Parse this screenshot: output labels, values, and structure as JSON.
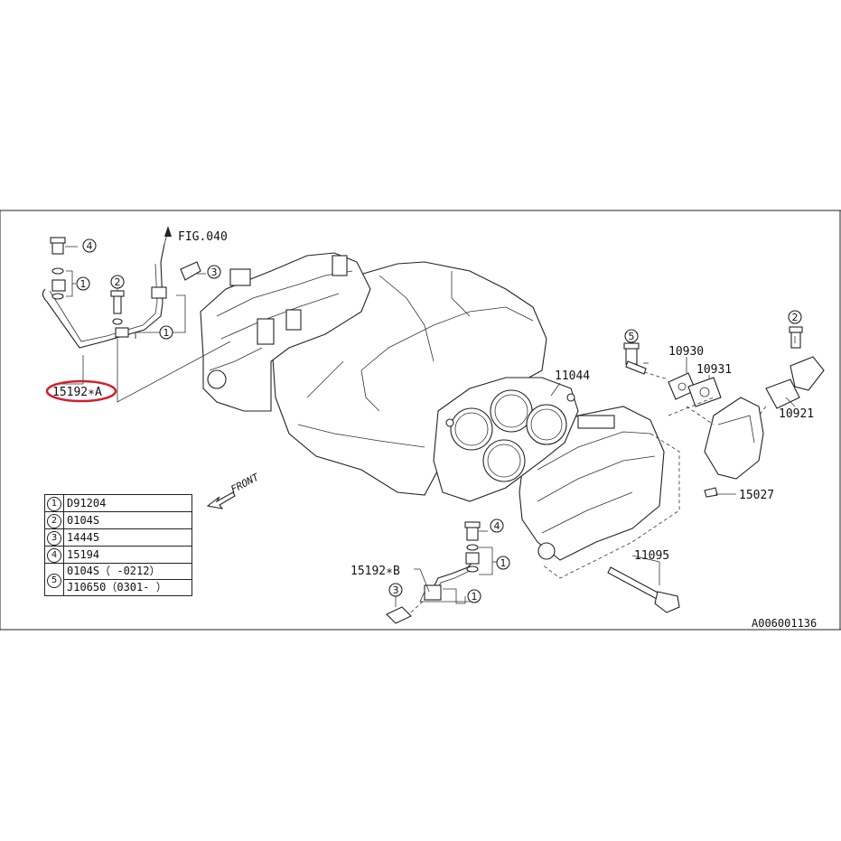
{
  "callouts": {
    "fig_ref": "FIG.040",
    "part_15192_a": "15192∗A",
    "part_15192_b": "15192∗B",
    "part_11044": "11044",
    "part_10930": "10930",
    "part_10931": "10931",
    "part_10921": "10921",
    "part_15027": "15027",
    "part_11095": "11095",
    "front": "FRONT",
    "ref_code": "A006001136"
  },
  "circle_markers": [
    "1",
    "2",
    "3",
    "4",
    "5"
  ],
  "legend": [
    {
      "key": "1",
      "values": [
        "D91204"
      ]
    },
    {
      "key": "2",
      "values": [
        "0104S"
      ]
    },
    {
      "key": "3",
      "values": [
        "14445"
      ]
    },
    {
      "key": "4",
      "values": [
        "15194"
      ]
    },
    {
      "key": "5",
      "values": [
        "0104S（ -0212）",
        "J10650（0301- ）"
      ]
    }
  ],
  "colors": {
    "highlight": "#d2202a",
    "line": "#222222",
    "background": "#ffffff"
  }
}
